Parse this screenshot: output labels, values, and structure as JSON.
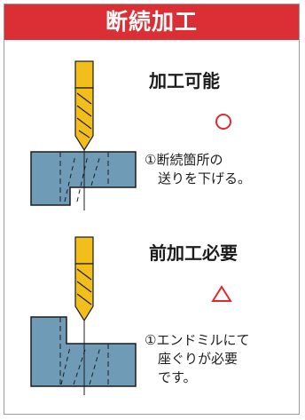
{
  "title": "断続加工",
  "colors": {
    "header": "#db2f35",
    "workpiece": "#6f9bb7",
    "drill": "#f2be1c",
    "mark": "#e5282e"
  },
  "sections": [
    {
      "heading": "加工可能",
      "rating_symbol": "circle",
      "note": [
        "①断続箇所の",
        "送りを下げる。"
      ]
    },
    {
      "heading": "前加工必要",
      "rating_symbol": "triangle",
      "note": [
        "①エンドミルにて",
        "座ぐりが必要",
        "です。"
      ]
    }
  ]
}
